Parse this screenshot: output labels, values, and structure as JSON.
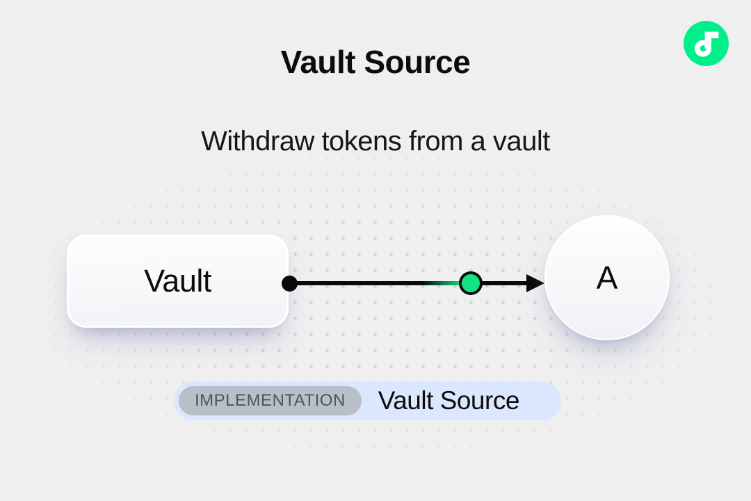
{
  "header": {
    "title": "Vault Source",
    "subtitle": "Withdraw tokens from a vault"
  },
  "logo": {
    "name": "Flow logo",
    "brand_color": "#00EF8B"
  },
  "diagram": {
    "nodes": [
      {
        "id": "vault",
        "label": "Vault",
        "shape": "rounded-rect"
      },
      {
        "id": "account",
        "label": "A",
        "shape": "circle"
      }
    ],
    "edge": {
      "from": "vault",
      "to": "account",
      "direction": "right",
      "token_marker": "green-dot"
    }
  },
  "badge": {
    "tag": "IMPLEMENTATION",
    "label": "Vault Source"
  },
  "colors": {
    "background": "#EFEFF0",
    "dot_grid": "#CFCFD4",
    "brand": "#00EF8B",
    "token": "#12E283",
    "badge_bg": "#DBE7FC",
    "tag_bg": "#B8BFC9",
    "tag_text": "#4E545E",
    "text": "#0C0C0F"
  }
}
